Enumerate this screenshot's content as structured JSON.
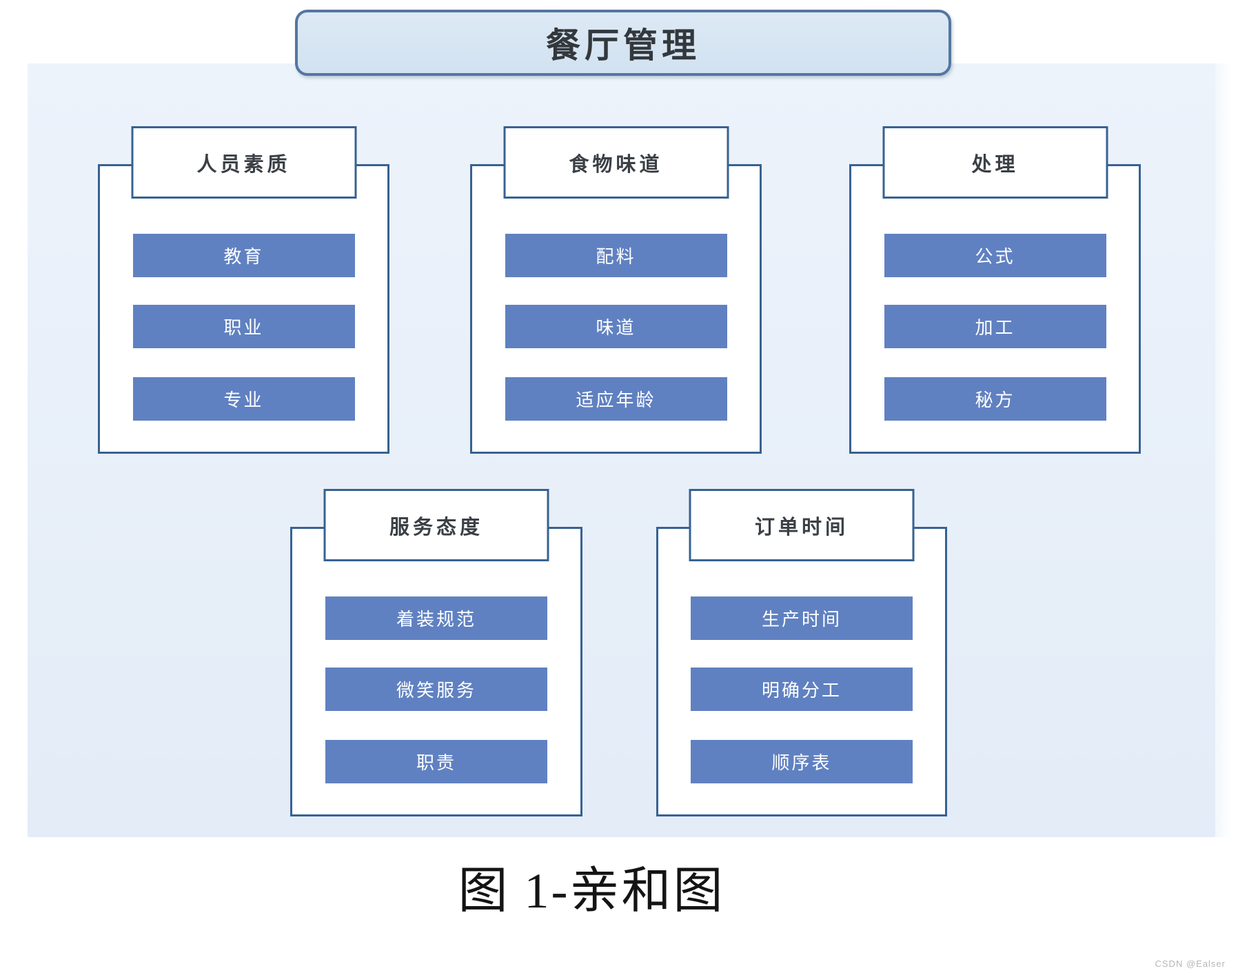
{
  "root": {
    "title": "餐厅管理"
  },
  "groups": [
    {
      "title": "人员素质",
      "items": [
        "教育",
        "职业",
        "专业"
      ]
    },
    {
      "title": "食物味道",
      "items": [
        "配料",
        "味道",
        "适应年龄"
      ]
    },
    {
      "title": "处理",
      "items": [
        "公式",
        "加工",
        "秘方"
      ]
    },
    {
      "title": "服务态度",
      "items": [
        "着装规范",
        "微笑服务",
        "职责"
      ]
    },
    {
      "title": "订单时间",
      "items": [
        "生产时间",
        "明确分工",
        "顺序表"
      ]
    }
  ],
  "caption": {
    "text": "图 1-亲和图"
  },
  "watermark": {
    "text": "CSDN @Ealser"
  },
  "colors": {
    "canvas_bg_top": "#edf3fb",
    "canvas_bg_bottom": "#e3ecf7",
    "node_border": "#376292",
    "root_border": "#54779f",
    "root_fill_top": "#dde9f5",
    "root_fill_bottom": "#d2e2f1",
    "root_text": "#33383c",
    "header_fill": "#ffffff",
    "header_text": "#3b4046",
    "bar_fill": "#6081c1",
    "bar_text": "#ffffff",
    "caption_text": "#141414",
    "watermark_text": "#b4b7bb"
  }
}
